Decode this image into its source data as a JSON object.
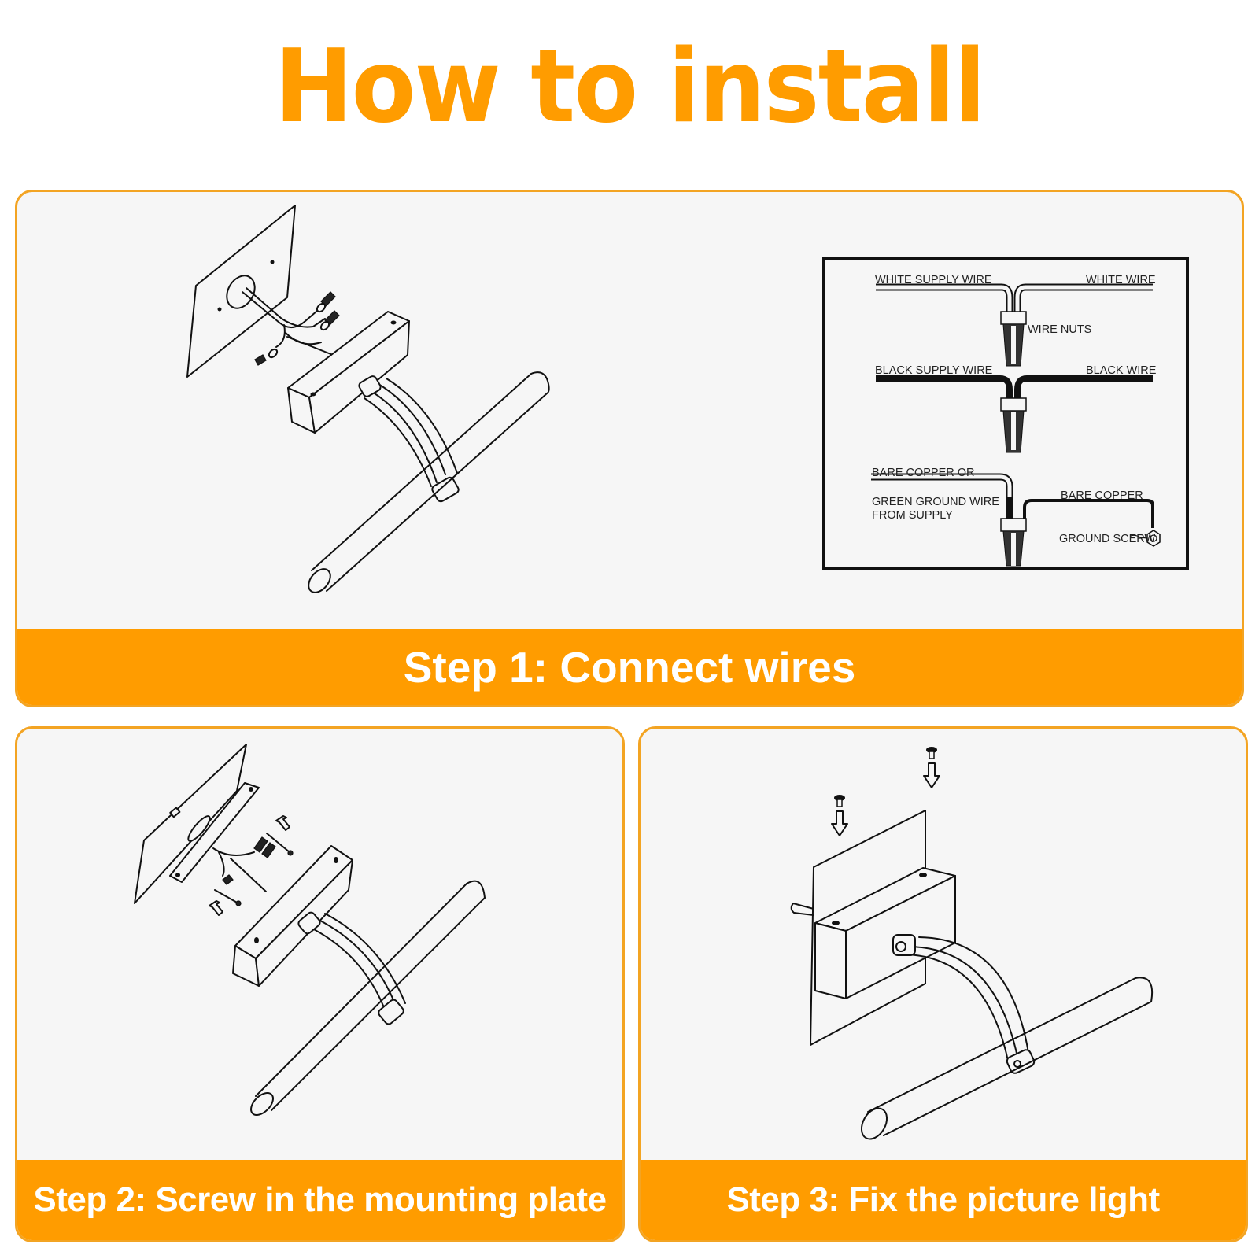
{
  "title": "How to install",
  "colors": {
    "accent": "#ff9c00",
    "panel_border": "#f3a423",
    "panel_background": "#f6f6f6",
    "caption_text": "#ffffff",
    "line_art": "#111111"
  },
  "steps": [
    {
      "number": 1,
      "caption": "Step 1: Connect wires",
      "illustration": "exploded view: wall plate with junction hole, wires with wire nuts, backplate box, curved arm, tube light"
    },
    {
      "number": 2,
      "caption": "Step 2: Screw in the mounting plate",
      "illustration": "mounting plate screwed onto wall plate, arrows pointing to screws, box and tube light"
    },
    {
      "number": 3,
      "caption": "Step 3: Fix the picture light",
      "illustration": "two screws with down arrows fixing the box to the mounting plate, curved arm and tube light"
    }
  ],
  "wiring_diagram": {
    "labels": {
      "white_supply_wire": "WHITE SUPPLY WIRE",
      "white_wire": "WHITE WIRE",
      "wire_nuts": "WIRE NUTS",
      "black_supply_wire": "BLACK SUPPLY WIRE",
      "black_wire": "BLACK WIRE",
      "ground_supply_line1": "BARE COPPER OR",
      "ground_supply_line2": "GREEN GROUND WIRE",
      "ground_supply_line3": "FROM SUPPLY",
      "bare_copper": "BARE COPPER",
      "ground_screw": "GROUND SCERW"
    }
  }
}
